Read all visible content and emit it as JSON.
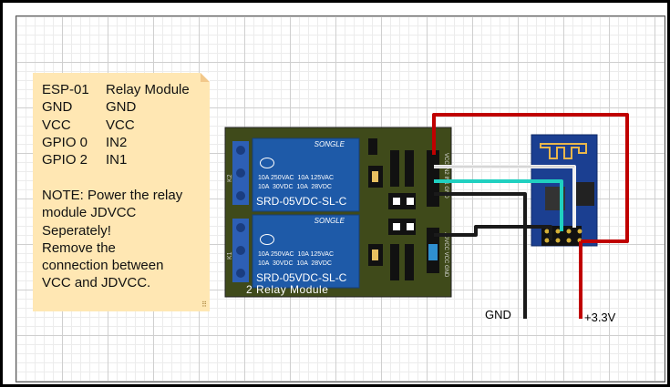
{
  "connection_table": {
    "header": {
      "col1": "ESP-01",
      "col2": "Relay Module"
    },
    "rows": [
      {
        "col1": "GND",
        "col2": "GND"
      },
      {
        "col1": "VCC",
        "col2": "VCC"
      },
      {
        "col1": "GPIO 0",
        "col2": "IN2"
      },
      {
        "col1": "GPIO 2",
        "col2": "IN1"
      }
    ]
  },
  "note_lines": [
    "NOTE: Power the relay",
    "module JDVCC",
    "Seperately!",
    "Remove the",
    "connection between",
    "VCC and JDVCC."
  ],
  "relay_board": {
    "title": "2 Relay Module",
    "relays": [
      {
        "brand": "SONGLE",
        "ratings": [
          "10A 250VAC  10A 125VAC",
          "10A  30VDC  10A  28VDC"
        ],
        "model": "SRD-05VDC-SL-C"
      },
      {
        "brand": "SONGLE",
        "ratings": [
          "10A 250VAC  10A 125VAC",
          "10A  30VDC  10A  28VDC"
        ],
        "model": "SRD-05VDC-SL-C"
      }
    ]
  },
  "wire_labels": {
    "gnd": "GND",
    "vcc": "+3.3V"
  },
  "colors": {
    "note_bg": "#ffe7b3",
    "board": "#3f4a1a",
    "relay": "#1e5aa8",
    "esp_board": "#1b3f91",
    "wire_red": "#c00000",
    "wire_black": "#1a1a1a",
    "wire_white": "#f0f0f0",
    "wire_cyan": "#20d0c0"
  }
}
